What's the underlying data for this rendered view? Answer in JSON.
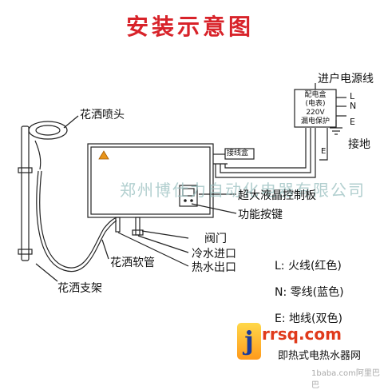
{
  "title": "安装示意图",
  "labels": {
    "shower_head": "花洒喷头",
    "power_line": "进户电源线",
    "distribution_box": [
      "配电盒",
      "(电表)",
      "220V",
      "漏电保护"
    ],
    "terminal_L": "L",
    "terminal_N": "N",
    "terminal_E": "E",
    "wire_E": "E",
    "ground": "接地",
    "junction_box": "接线盒",
    "lcd_panel": "超大液晶控制板",
    "function_keys": "功能按键",
    "valve": "阀门",
    "shower_hose": "花洒软管",
    "cold_in": "冷水进口",
    "hot_out": "热水出口",
    "shower_bracket": "花洒支架"
  },
  "legend": [
    "L: 火线(红色)",
    "N: 零线(蓝色)",
    "E: 地线(双色)"
  ],
  "watermark": "郑州博仕力自动化电器有限公司",
  "brand": {
    "letter": "j",
    "url": "rrsq.com",
    "subtitle": "即热式电热水器网"
  },
  "footer": "1baba.com阿里巴巴",
  "colors": {
    "title": "#d8232a",
    "brand_url": "#e03a1b",
    "line": "#222222"
  }
}
